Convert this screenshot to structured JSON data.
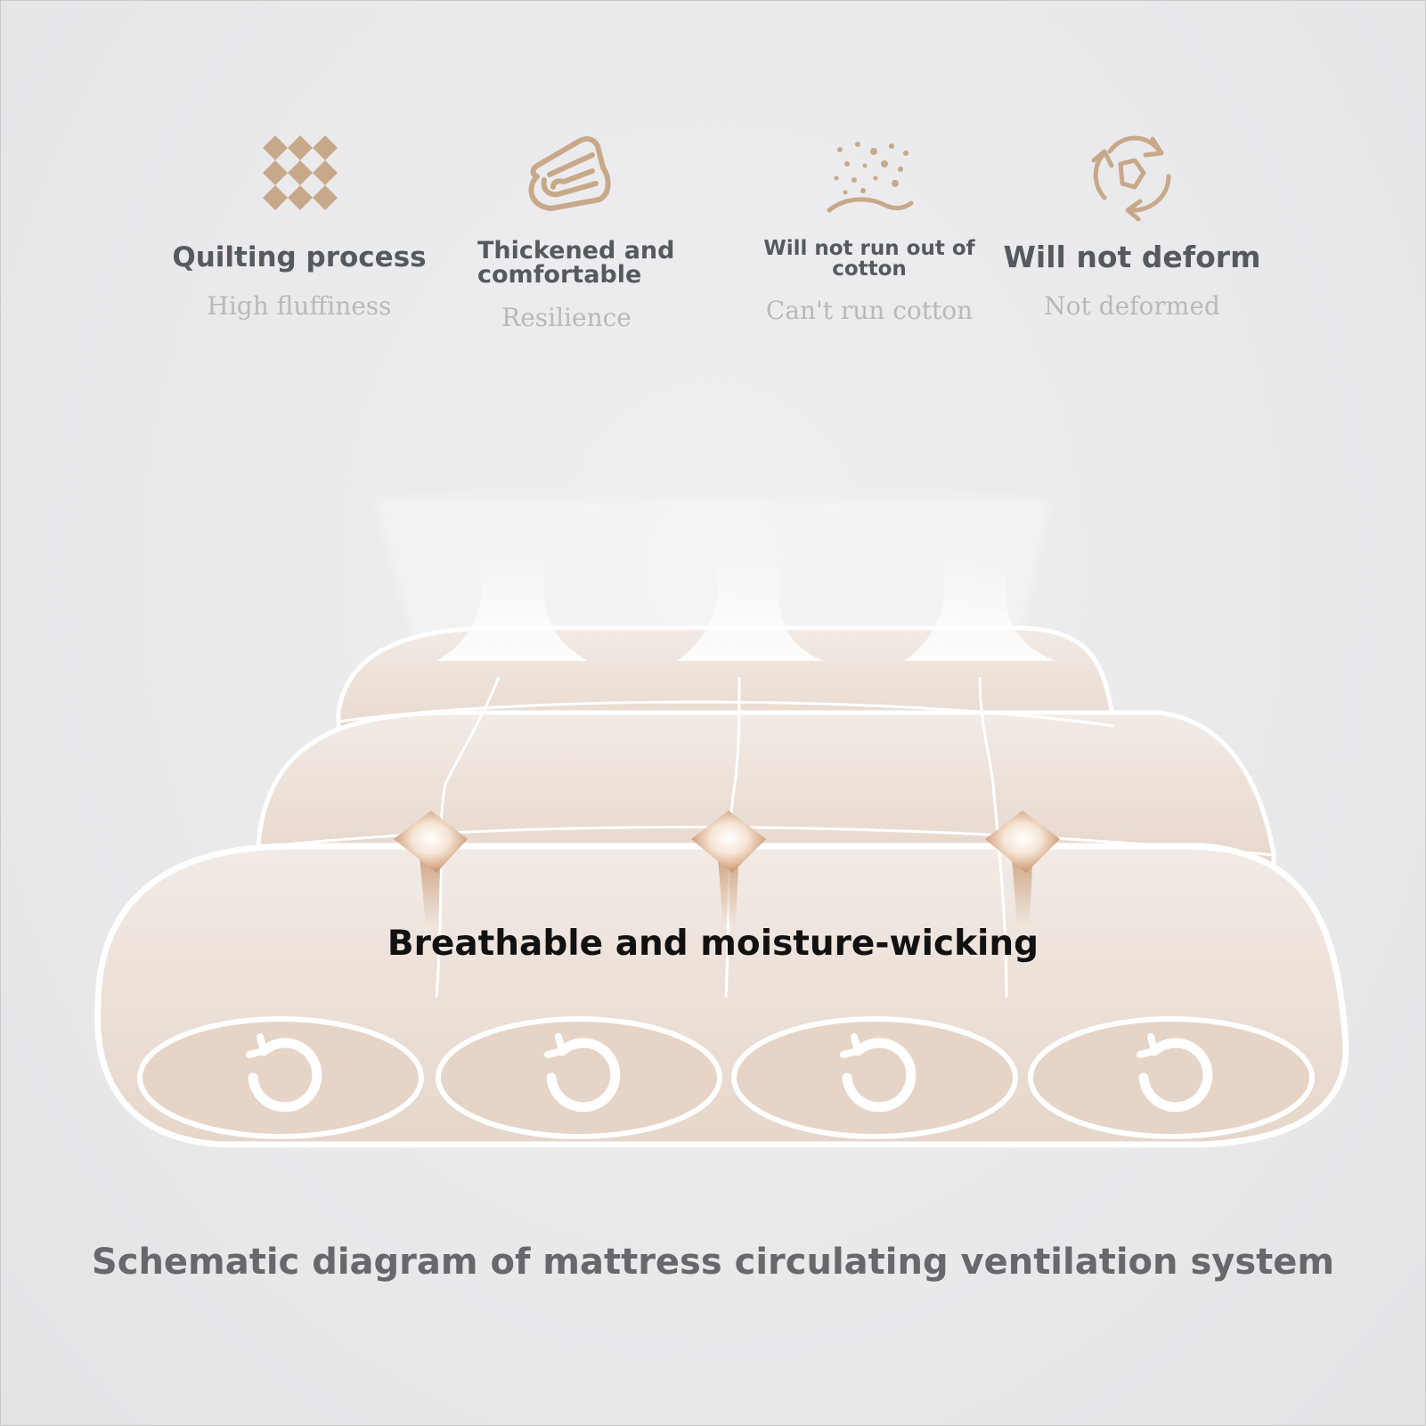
{
  "features": [
    {
      "icon": "quilt-diamond-icon",
      "title": "Quilting process",
      "subtitle": "High fluffiness"
    },
    {
      "icon": "folded-layers-icon",
      "title": "Thickened and comfortable",
      "subtitle": "Resilience"
    },
    {
      "icon": "cotton-particles-icon",
      "title": "Will not run out of cotton",
      "subtitle": "Can't run cotton"
    },
    {
      "icon": "recycle-arrows-icon",
      "title": "Will not deform",
      "subtitle": "Not deformed"
    }
  ],
  "diagram": {
    "center_label": "Breathable and moisture-wicking",
    "caption": "Schematic diagram of mattress circulating ventilation system"
  },
  "colors": {
    "icon_tan": "#c7a98a",
    "title_gray": "#555a60",
    "subtitle_gray": "#b9b9bd",
    "mattress_cream": "#e8d8cb",
    "caption_gray": "#66686c"
  }
}
